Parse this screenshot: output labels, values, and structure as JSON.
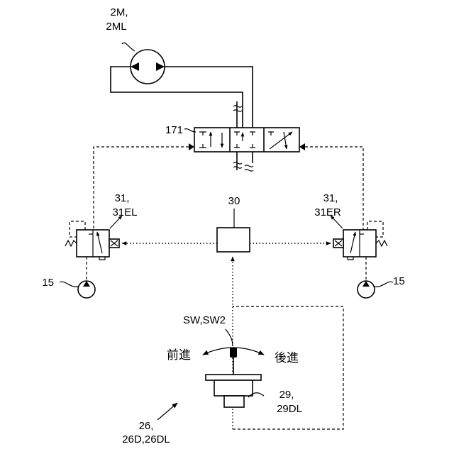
{
  "labels": {
    "motor": [
      "2M,",
      "2ML"
    ],
    "valve": "171",
    "left_pilot": [
      "31,",
      "31EL"
    ],
    "right_pilot": [
      "31,",
      "31ER"
    ],
    "controller": "30",
    "pump_left": "15",
    "pump_right": "15",
    "switch": "SW,SW2",
    "forward": "前進",
    "reverse": "後進",
    "pedal_base": [
      "29,",
      "29DL"
    ],
    "pedal": [
      "26,",
      "26D,26DL"
    ]
  }
}
